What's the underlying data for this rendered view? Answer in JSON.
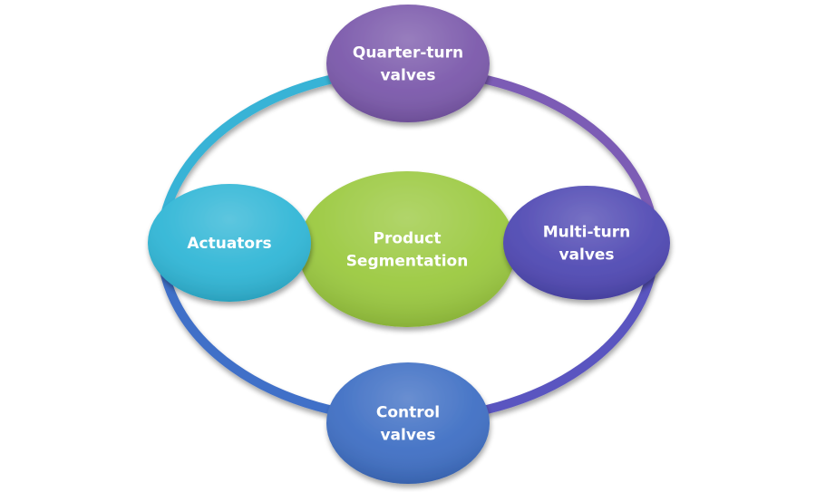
{
  "diagram": {
    "type": "cycle-with-hub",
    "center": {
      "id": "center",
      "lines": [
        "Product",
        "Segmentation"
      ],
      "color": "#9bc940"
    },
    "nodes": [
      {
        "id": "quarter-turn-valves",
        "lines": [
          "Quarter-turn",
          "valves"
        ],
        "color": "#7b59ab"
      },
      {
        "id": "multi-turn-valves",
        "lines": [
          "Multi-turn",
          "valves"
        ],
        "color": "#5049b3"
      },
      {
        "id": "control-valves",
        "lines": [
          "Control",
          "valves"
        ],
        "color": "#3f6fc4"
      },
      {
        "id": "actuators",
        "lines": [
          "Actuators"
        ],
        "color": "#30b6d6"
      }
    ],
    "ring_segments": [
      {
        "from": "actuators",
        "to": "quarter-turn-valves",
        "color": "#38b3d6"
      },
      {
        "from": "quarter-turn-valves",
        "to": "multi-turn-valves",
        "color": "#7c5bb5"
      },
      {
        "from": "multi-turn-valves",
        "to": "control-valves",
        "color": "#5a54c0"
      },
      {
        "from": "control-valves",
        "to": "actuators",
        "color": "#416fc8"
      }
    ]
  }
}
